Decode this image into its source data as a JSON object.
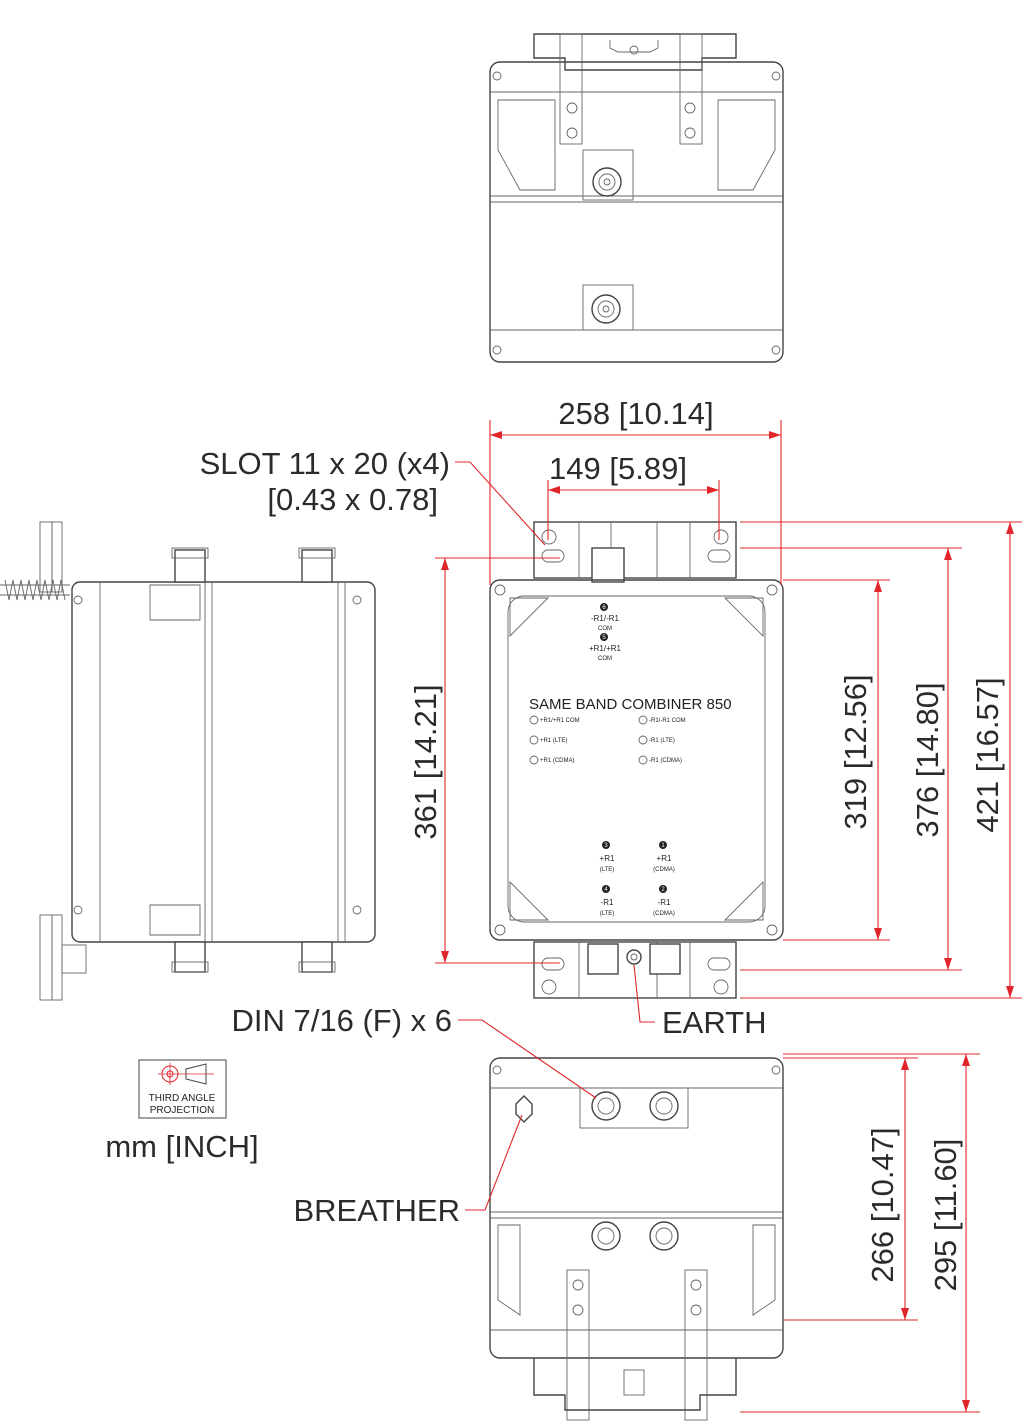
{
  "dimensions": {
    "width_overall": "258 [10.14]",
    "slot_spacing": "149 [5.89]",
    "height_body": "361 [14.21]",
    "height_enclosure": "319 [12.56]",
    "height_376": "376 [14.80]",
    "height_overall": "421 [16.57]",
    "depth_266": "266 [10.47]",
    "depth_295": "295 [11.60]"
  },
  "callouts": {
    "slot_line1": "SLOT 11 x 20 (x4)",
    "slot_line2": "[0.43 x 0.78]",
    "din": "DIN 7/16 (F) x 6",
    "earth": "EARTH",
    "breather": "BREATHER"
  },
  "legend": {
    "projection_line1": "THIRD ANGLE",
    "projection_line2": "PROJECTION",
    "units": "mm [INCH]"
  },
  "front_panel": {
    "product_name": "SAME BAND COMBINER 850",
    "top_ports": [
      {
        "num": "6",
        "line1": "-R1/-R1",
        "line2": "COM"
      },
      {
        "num": "5",
        "line1": "+R1/+R1",
        "line2": "COM"
      }
    ],
    "leds_left": [
      "+R1/+R1 COM",
      "+R1 (LTE)",
      "+R1 (CDMA)"
    ],
    "leds_right": [
      "-R1/-R1 COM",
      "-R1 (LTE)",
      "-R1 (CDMA)"
    ],
    "bottom_ports": [
      {
        "num": "3",
        "line1": "+R1",
        "line2": "(LTE)"
      },
      {
        "num": "1",
        "line1": "+R1",
        "line2": "(CDMA)"
      },
      {
        "num": "4",
        "line1": "-R1",
        "line2": "(LTE)"
      },
      {
        "num": "2",
        "line1": "-R1",
        "line2": "(CDMA)"
      }
    ]
  },
  "colors": {
    "dimension_lines": "#e0262a",
    "outline": "#444444"
  }
}
